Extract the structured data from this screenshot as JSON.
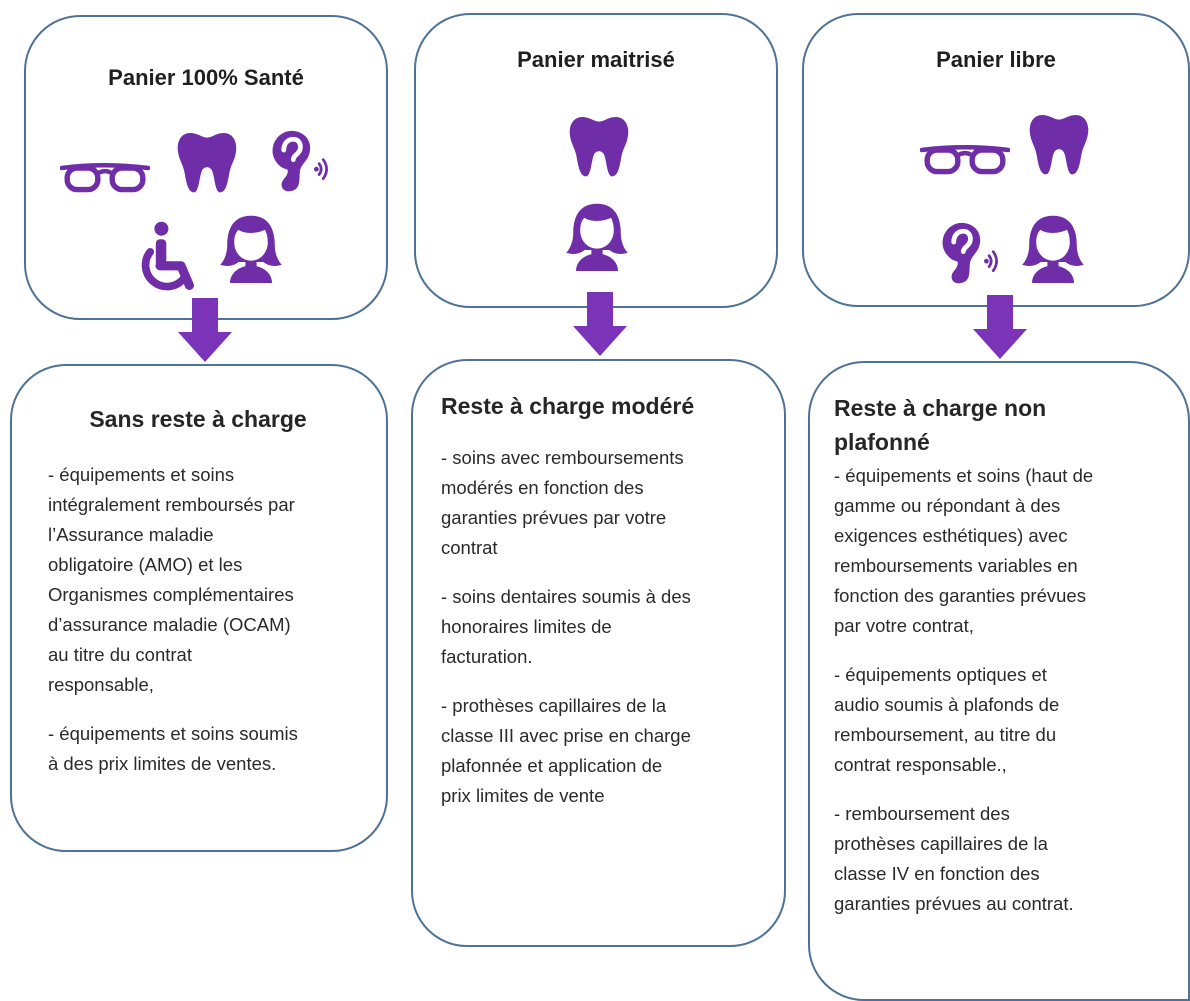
{
  "colors": {
    "accent": "#6f2da8",
    "border": "#4f7396"
  },
  "columns": [
    {
      "title": "Panier 100% Santé",
      "icons": [
        "glasses-icon",
        "tooth-icon",
        "ear-icon",
        "wheelchair-icon",
        "woman-icon"
      ],
      "result_title": "Sans reste à charge",
      "paragraphs": [
        "- équipements et soins\nintégralement remboursés par\nl’Assurance maladie\nobligatoire (AMO) et les\nOrganismes complémentaires\nd’assurance maladie (OCAM)\nau titre du contrat\nresponsable,",
        "- équipements et soins soumis\nà des prix limites de ventes."
      ]
    },
    {
      "title": "Panier maitrisé",
      "icons": [
        "tooth-icon",
        "woman-icon"
      ],
      "result_title": "Reste à charge modéré",
      "paragraphs": [
        "-  soins avec remboursements\nmodérés en fonction des\ngaranties prévues par votre\ncontrat",
        "- soins dentaires soumis à des\nhonoraires limites de\nfacturation.",
        "- prothèses capillaires de la\nclasse III avec prise en charge\nplafonnée et application de\nprix limites de vente"
      ]
    },
    {
      "title": "Panier libre",
      "icons": [
        "glasses-icon",
        "tooth-icon",
        "ear-icon",
        "woman-icon"
      ],
      "result_title": "Reste à charge non\nplafonné",
      "paragraphs": [
        "- équipements et soins (haut de\ngamme ou répondant à des\nexigences esthétiques) avec\nremboursements variables en\nfonction des garanties prévues\npar votre contrat,",
        "- équipements optiques et\naudio soumis à plafonds de\nremboursement, au titre du\ncontrat responsable.,",
        "-  remboursement des\nprothèses capillaires de la\nclasse IV en fonction des\ngaranties prévues au contrat."
      ]
    }
  ]
}
